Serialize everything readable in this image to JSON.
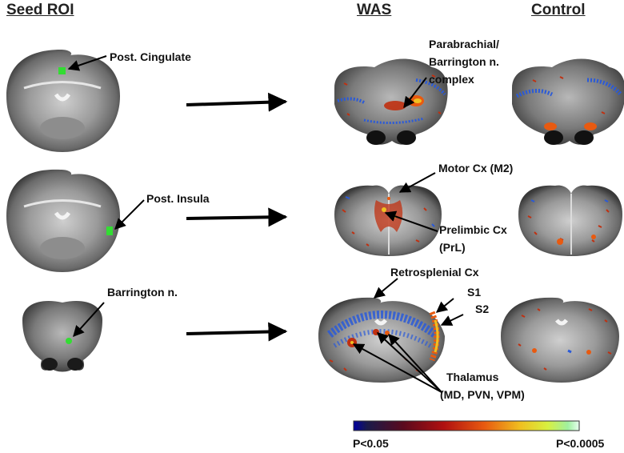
{
  "headers": {
    "seed_roi": "Seed ROI",
    "was": "WAS",
    "control": "Control"
  },
  "seed_labels": {
    "post_cingulate": "Post. Cingulate",
    "post_insula": "Post. Insula",
    "barrington": "Barrington n."
  },
  "annotations": {
    "parabrachial_1": "Parabrachial/",
    "parabrachial_2": "Barrington n.",
    "parabrachial_3": "complex",
    "motor": "Motor Cx (M2)",
    "prelimbic_1": "Prelimbic Cx",
    "prelimbic_2": "(PrL)",
    "retrosplenial": "Retrosplenial Cx",
    "s1": "S1",
    "s2": "S2",
    "thalamus_1": "Thalamus",
    "thalamus_2": "(MD, PVN, VPM)"
  },
  "colorbar": {
    "min_label": "P<0.05",
    "max_label": "P<0.0005",
    "colors": [
      "#0000a0",
      "#1a1a4a",
      "#5a0a1e",
      "#b01010",
      "#e85a10",
      "#f0c020",
      "#d8f040",
      "#a0f0a0",
      "#e8fff0"
    ]
  },
  "colors": {
    "seed_roi": "#33dd33",
    "activation_hot": "#c03010",
    "activation_cool": "#2a5ad8"
  }
}
